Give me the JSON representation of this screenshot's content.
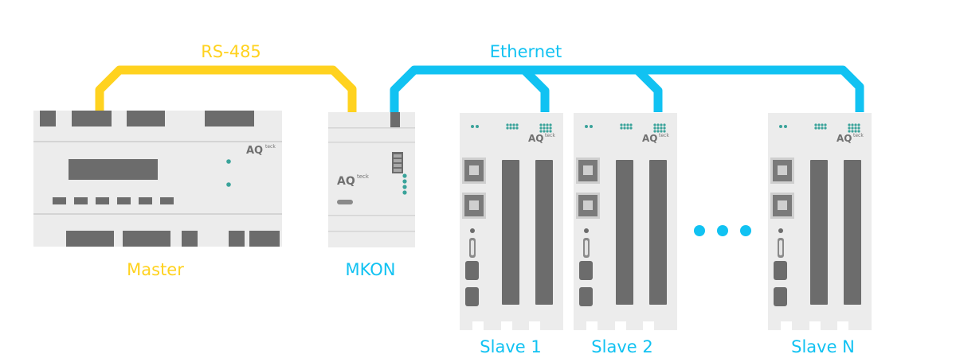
{
  "colors": {
    "rs485": "#ffd21f",
    "ethernet": "#11c2f2",
    "device_body": "#ececec",
    "device_dark": "#6c6c6c",
    "accent_teal": "#3aa39a"
  },
  "links": {
    "rs485_label": "RS-485",
    "ethernet_label": "Ethernet"
  },
  "devices": {
    "master_label": "Master",
    "mkon_label": "MKON",
    "slave_labels": [
      "Slave 1",
      "Slave 2",
      "Slave N"
    ],
    "logo_main": "AQ",
    "logo_sub": "teck"
  },
  "ellipsis_dots": 3
}
